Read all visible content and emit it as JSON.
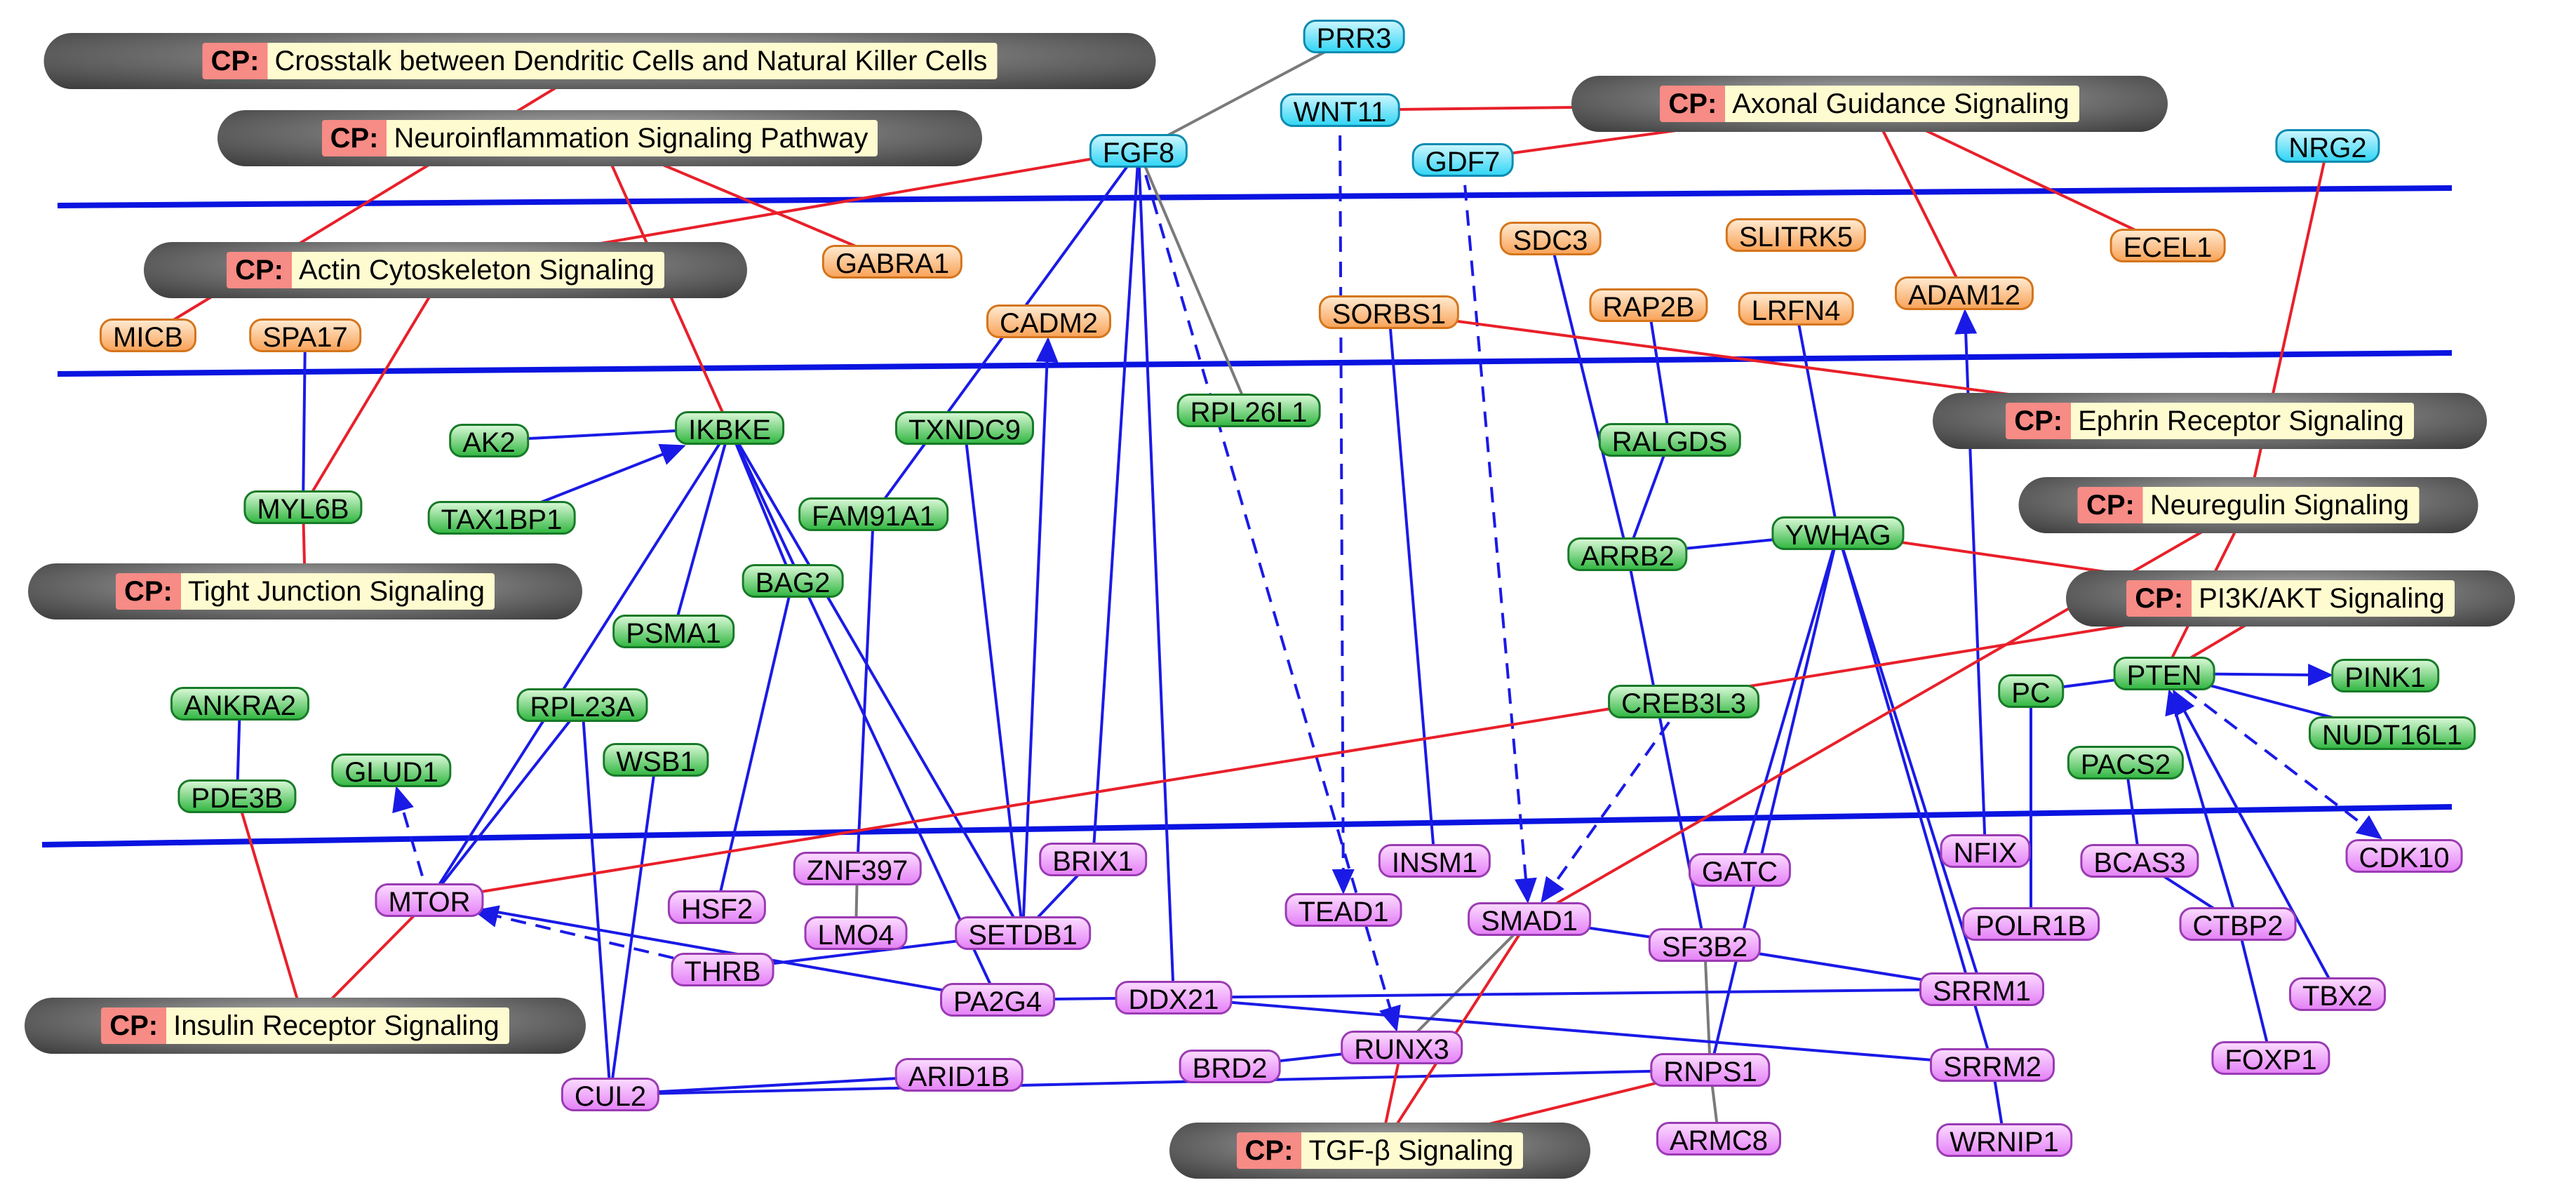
{
  "colors": {
    "membrane_line": "#0a14e0",
    "interaction": "#1a1ae6",
    "pathway_link": "#e8202a",
    "weak_link": "#7a7a7a",
    "cyan_node": "#34d6f5",
    "orange_node": "#f9a45a",
    "green_node": "#35b844",
    "violet_node": "#e583f7"
  },
  "cp_prefix": "CP:",
  "pathways": [
    {
      "id": "cp_crosstalk",
      "label": "Crosstalk between Dendritic Cells and Natural Killer Cells"
    },
    {
      "id": "cp_neuroinflam",
      "label": "Neuroinflammation Signaling Pathway"
    },
    {
      "id": "cp_actin",
      "label": "Actin Cytoskeleton Signaling"
    },
    {
      "id": "cp_tight",
      "label": "Tight Junction Signaling"
    },
    {
      "id": "cp_insulin",
      "label": "Insulin Receptor Signaling"
    },
    {
      "id": "cp_axonal",
      "label": "Axonal Guidance Signaling"
    },
    {
      "id": "cp_ephrin",
      "label": "Ephrin Receptor Signaling"
    },
    {
      "id": "cp_neuregulin",
      "label": "Neuregulin Signaling"
    },
    {
      "id": "cp_pi3k",
      "label": "PI3K/AKT Signaling"
    },
    {
      "id": "cp_tgf",
      "label": "TGF-β Signaling"
    }
  ],
  "genes": [
    {
      "id": "PRR3",
      "label": "PRR3",
      "kind": "cyan"
    },
    {
      "id": "WNT11",
      "label": "WNT11",
      "kind": "cyan"
    },
    {
      "id": "FGF8",
      "label": "FGF8",
      "kind": "cyan"
    },
    {
      "id": "GDF7",
      "label": "GDF7",
      "kind": "cyan"
    },
    {
      "id": "NRG2",
      "label": "NRG2",
      "kind": "cyan"
    },
    {
      "id": "GABRA1",
      "label": "GABRA1",
      "kind": "orange"
    },
    {
      "id": "MICB",
      "label": "MICB",
      "kind": "orange"
    },
    {
      "id": "SPA17",
      "label": "SPA17",
      "kind": "orange"
    },
    {
      "id": "CADM2",
      "label": "CADM2",
      "kind": "orange"
    },
    {
      "id": "SDC3",
      "label": "SDC3",
      "kind": "orange"
    },
    {
      "id": "SLITRK5",
      "label": "SLITRK5",
      "kind": "orange"
    },
    {
      "id": "RAP2B",
      "label": "RAP2B",
      "kind": "orange"
    },
    {
      "id": "LRFN4",
      "label": "LRFN4",
      "kind": "orange"
    },
    {
      "id": "SORBS1",
      "label": "SORBS1",
      "kind": "orange"
    },
    {
      "id": "ADAM12",
      "label": "ADAM12",
      "kind": "orange"
    },
    {
      "id": "ECEL1",
      "label": "ECEL1",
      "kind": "orange"
    },
    {
      "id": "AK2",
      "label": "AK2",
      "kind": "green"
    },
    {
      "id": "IKBKE",
      "label": "IKBKE",
      "kind": "green"
    },
    {
      "id": "TXNDC9",
      "label": "TXNDC9",
      "kind": "green"
    },
    {
      "id": "RPL26L1",
      "label": "RPL26L1",
      "kind": "green"
    },
    {
      "id": "TAX1BP1",
      "label": "TAX1BP1",
      "kind": "green"
    },
    {
      "id": "MYL6B",
      "label": "MYL6B",
      "kind": "green"
    },
    {
      "id": "FAM91A1",
      "label": "FAM91A1",
      "kind": "green"
    },
    {
      "id": "BAG2",
      "label": "BAG2",
      "kind": "green"
    },
    {
      "id": "PSMA1",
      "label": "PSMA1",
      "kind": "green"
    },
    {
      "id": "RALGDS",
      "label": "RALGDS",
      "kind": "green"
    },
    {
      "id": "ARRB2",
      "label": "ARRB2",
      "kind": "green"
    },
    {
      "id": "YWHAG",
      "label": "YWHAG",
      "kind": "green"
    },
    {
      "id": "CREB3L3",
      "label": "CREB3L3",
      "kind": "green"
    },
    {
      "id": "ANKRA2",
      "label": "ANKRA2",
      "kind": "green"
    },
    {
      "id": "RPL23A",
      "label": "RPL23A",
      "kind": "green"
    },
    {
      "id": "GLUD1",
      "label": "GLUD1",
      "kind": "green"
    },
    {
      "id": "WSB1",
      "label": "WSB1",
      "kind": "green"
    },
    {
      "id": "PDE3B",
      "label": "PDE3B",
      "kind": "green"
    },
    {
      "id": "PC",
      "label": "PC",
      "kind": "green"
    },
    {
      "id": "PTEN",
      "label": "PTEN",
      "kind": "green"
    },
    {
      "id": "PINK1",
      "label": "PINK1",
      "kind": "green"
    },
    {
      "id": "NUDT16L1",
      "label": "NUDT16L1",
      "kind": "green"
    },
    {
      "id": "PACS2",
      "label": "PACS2",
      "kind": "green"
    },
    {
      "id": "ZNF397",
      "label": "ZNF397",
      "kind": "violet"
    },
    {
      "id": "BRIX1",
      "label": "BRIX1",
      "kind": "violet"
    },
    {
      "id": "INSM1",
      "label": "INSM1",
      "kind": "violet"
    },
    {
      "id": "GATC",
      "label": "GATC",
      "kind": "violet"
    },
    {
      "id": "NFIX",
      "label": "NFIX",
      "kind": "violet"
    },
    {
      "id": "BCAS3",
      "label": "BCAS3",
      "kind": "violet"
    },
    {
      "id": "CDK10",
      "label": "CDK10",
      "kind": "violet"
    },
    {
      "id": "MTOR",
      "label": "MTOR",
      "kind": "violet"
    },
    {
      "id": "HSF2",
      "label": "HSF2",
      "kind": "violet"
    },
    {
      "id": "LMO4",
      "label": "LMO4",
      "kind": "violet"
    },
    {
      "id": "SETDB1",
      "label": "SETDB1",
      "kind": "violet"
    },
    {
      "id": "TEAD1",
      "label": "TEAD1",
      "kind": "violet"
    },
    {
      "id": "SMAD1",
      "label": "SMAD1",
      "kind": "violet"
    },
    {
      "id": "SF3B2",
      "label": "SF3B2",
      "kind": "violet"
    },
    {
      "id": "POLR1B",
      "label": "POLR1B",
      "kind": "violet"
    },
    {
      "id": "CTBP2",
      "label": "CTBP2",
      "kind": "violet"
    },
    {
      "id": "THRB",
      "label": "THRB",
      "kind": "violet"
    },
    {
      "id": "PA2G4",
      "label": "PA2G4",
      "kind": "violet"
    },
    {
      "id": "DDX21",
      "label": "DDX21",
      "kind": "violet"
    },
    {
      "id": "SRRM1",
      "label": "SRRM1",
      "kind": "violet"
    },
    {
      "id": "TBX2",
      "label": "TBX2",
      "kind": "violet"
    },
    {
      "id": "RUNX3",
      "label": "RUNX3",
      "kind": "violet"
    },
    {
      "id": "BRD2",
      "label": "BRD2",
      "kind": "violet"
    },
    {
      "id": "ARID1B",
      "label": "ARID1B",
      "kind": "violet"
    },
    {
      "id": "CUL2",
      "label": "CUL2",
      "kind": "violet"
    },
    {
      "id": "RNPS1",
      "label": "RNPS1",
      "kind": "violet"
    },
    {
      "id": "SRRM2",
      "label": "SRRM2",
      "kind": "violet"
    },
    {
      "id": "FOXP1",
      "label": "FOXP1",
      "kind": "violet"
    },
    {
      "id": "ARMC8",
      "label": "ARMC8",
      "kind": "violet"
    },
    {
      "id": "WRNIP1",
      "label": "WRNIP1",
      "kind": "violet"
    }
  ],
  "edges": [
    {
      "from": "PRR3",
      "to": "FGF8",
      "type": "weak"
    },
    {
      "from": "FGF8",
      "to": "RPL26L1",
      "type": "weak"
    },
    {
      "from": "RNPS1",
      "to": "ARMC8",
      "type": "weak"
    },
    {
      "from": "SMAD1",
      "to": "RUNX3",
      "type": "weak"
    },
    {
      "from": "SF3B2",
      "to": "RNPS1",
      "type": "weak"
    },
    {
      "from": "ZNF397",
      "to": "LMO4",
      "type": "weak"
    },
    {
      "from": "FGF8",
      "to": "FAM91A1",
      "type": "solid"
    },
    {
      "from": "FGF8",
      "to": "BRIX1",
      "type": "solid"
    },
    {
      "from": "FGF8",
      "to": "DDX21",
      "type": "solid"
    },
    {
      "from": "MYL6B",
      "to": "SPA17",
      "type": "solid"
    },
    {
      "from": "AK2",
      "to": "IKBKE",
      "type": "solid"
    },
    {
      "from": "IKBKE",
      "to": "PSMA1",
      "type": "solid"
    },
    {
      "from": "IKBKE",
      "to": "BAG2",
      "type": "solid"
    },
    {
      "from": "IKBKE",
      "to": "MTOR",
      "type": "solid"
    },
    {
      "from": "IKBKE",
      "to": "SETDB1",
      "type": "solid"
    },
    {
      "from": "IKBKE",
      "to": "PA2G4",
      "type": "solid"
    },
    {
      "from": "BAG2",
      "to": "HSF2",
      "type": "solid"
    },
    {
      "from": "FAM91A1",
      "to": "ZNF397",
      "type": "solid"
    },
    {
      "from": "TXNDC9",
      "to": "SETDB1",
      "type": "solid"
    },
    {
      "from": "BRIX1",
      "to": "SETDB1",
      "type": "solid"
    },
    {
      "from": "SORBS1",
      "to": "INSM1",
      "type": "solid"
    },
    {
      "from": "SDC3",
      "to": "ARRB2",
      "type": "solid"
    },
    {
      "from": "RAP2B",
      "to": "RALGDS",
      "type": "solid"
    },
    {
      "from": "RALGDS",
      "to": "ARRB2",
      "type": "solid"
    },
    {
      "from": "ARRB2",
      "to": "YWHAG",
      "type": "solid"
    },
    {
      "from": "ARRB2",
      "to": "SF3B2",
      "type": "solid"
    },
    {
      "from": "LRFN4",
      "to": "YWHAG",
      "type": "solid"
    },
    {
      "from": "YWHAG",
      "to": "GATC",
      "type": "solid"
    },
    {
      "from": "YWHAG",
      "to": "RNPS1",
      "type": "solid"
    },
    {
      "from": "YWHAG",
      "to": "SRRM1",
      "type": "solid"
    },
    {
      "from": "YWHAG",
      "to": "SRRM2",
      "type": "solid"
    },
    {
      "from": "ANKRA2",
      "to": "PDE3B",
      "type": "solid"
    },
    {
      "from": "RPL23A",
      "to": "MTOR",
      "type": "solid"
    },
    {
      "from": "RPL23A",
      "to": "CUL2",
      "type": "solid"
    },
    {
      "from": "WSB1",
      "to": "CUL2",
      "type": "solid"
    },
    {
      "from": "MTOR",
      "to": "PA2G4",
      "type": "solid"
    },
    {
      "from": "THRB",
      "to": "SETDB1",
      "type": "solid"
    },
    {
      "from": "PA2G4",
      "to": "DDX21",
      "type": "solid"
    },
    {
      "from": "DDX21",
      "to": "SRRM1",
      "type": "solid"
    },
    {
      "from": "DDX21",
      "to": "SRRM2",
      "type": "solid"
    },
    {
      "from": "SMAD1",
      "to": "SF3B2",
      "type": "solid"
    },
    {
      "from": "SF3B2",
      "to": "SRRM1",
      "type": "solid"
    },
    {
      "from": "BRD2",
      "to": "RUNX3",
      "type": "solid"
    },
    {
      "from": "CUL2",
      "to": "ARID1B",
      "type": "solid"
    },
    {
      "from": "CUL2",
      "to": "RNPS1",
      "type": "solid"
    },
    {
      "from": "SRRM2",
      "to": "WRNIP1",
      "type": "solid"
    },
    {
      "from": "PC",
      "to": "PTEN",
      "type": "solid"
    },
    {
      "from": "PC",
      "to": "POLR1B",
      "type": "solid"
    },
    {
      "from": "PACS2",
      "to": "BCAS3",
      "type": "solid"
    },
    {
      "from": "BCAS3",
      "to": "CTBP2",
      "type": "solid"
    },
    {
      "from": "CTBP2",
      "to": "FOXP1",
      "type": "solid"
    },
    {
      "from": "PTEN",
      "to": "NUDT16L1",
      "type": "solid"
    },
    {
      "from": "TAX1BP1",
      "to": "IKBKE",
      "type": "arrow"
    },
    {
      "from": "CADM2",
      "to": "SETDB1",
      "type": "arrow_rev"
    },
    {
      "from": "NFIX",
      "to": "ADAM12",
      "type": "arrow"
    },
    {
      "from": "PTEN",
      "to": "PINK1",
      "type": "arrow"
    },
    {
      "from": "CTBP2",
      "to": "PTEN",
      "type": "arrow"
    },
    {
      "from": "TBX2",
      "to": "PTEN",
      "type": "arrow"
    },
    {
      "from": "WNT11",
      "to": "TEAD1",
      "type": "dashed"
    },
    {
      "from": "GDF7",
      "to": "SMAD1",
      "type": "dashed"
    },
    {
      "from": "FGF8",
      "to": "RUNX3",
      "type": "dashed"
    },
    {
      "from": "CREB3L3",
      "to": "SMAD1",
      "type": "dashed"
    },
    {
      "from": "MTOR",
      "to": "GLUD1",
      "type": "dashed"
    },
    {
      "from": "THRB",
      "to": "MTOR",
      "type": "dashed"
    },
    {
      "from": "PTEN",
      "to": "CDK10",
      "type": "dashed"
    },
    {
      "from": "cp_crosstalk",
      "to": "MICB",
      "type": "pathway"
    },
    {
      "from": "cp_neuroinflam",
      "to": "GABRA1",
      "type": "pathway"
    },
    {
      "from": "cp_neuroinflam",
      "to": "IKBKE",
      "type": "pathway"
    },
    {
      "from": "FGF8",
      "to": "cp_actin",
      "type": "pathway"
    },
    {
      "from": "cp_actin",
      "to": "MYL6B",
      "type": "pathway"
    },
    {
      "from": "cp_tight",
      "to": "MYL6B",
      "type": "pathway"
    },
    {
      "from": "cp_insulin",
      "to": "PDE3B",
      "type": "pathway"
    },
    {
      "from": "cp_insulin",
      "to": "MTOR",
      "type": "pathway"
    },
    {
      "from": "WNT11",
      "to": "cp_axonal",
      "type": "pathway"
    },
    {
      "from": "GDF7",
      "to": "cp_axonal",
      "type": "pathway"
    },
    {
      "from": "cp_axonal",
      "to": "ADAM12",
      "type": "pathway"
    },
    {
      "from": "cp_axonal",
      "to": "ECEL1",
      "type": "pathway"
    },
    {
      "from": "SORBS1",
      "to": "cp_ephrin",
      "type": "pathway"
    },
    {
      "from": "NRG2",
      "to": "cp_neuregulin",
      "type": "pathway"
    },
    {
      "from": "cp_neuregulin",
      "to": "SMAD1",
      "type": "pathway"
    },
    {
      "from": "cp_neuregulin",
      "to": "PTEN",
      "type": "pathway"
    },
    {
      "from": "YWHAG",
      "to": "cp_pi3k",
      "type": "pathway"
    },
    {
      "from": "MTOR",
      "to": "cp_pi3k",
      "type": "pathway"
    },
    {
      "from": "cp_pi3k",
      "to": "PTEN",
      "type": "pathway"
    },
    {
      "from": "RUNX3",
      "to": "cp_tgf",
      "type": "pathway"
    },
    {
      "from": "SMAD1",
      "to": "cp_tgf",
      "type": "pathway"
    },
    {
      "from": "RNPS1",
      "to": "cp_tgf",
      "type": "pathway"
    }
  ]
}
